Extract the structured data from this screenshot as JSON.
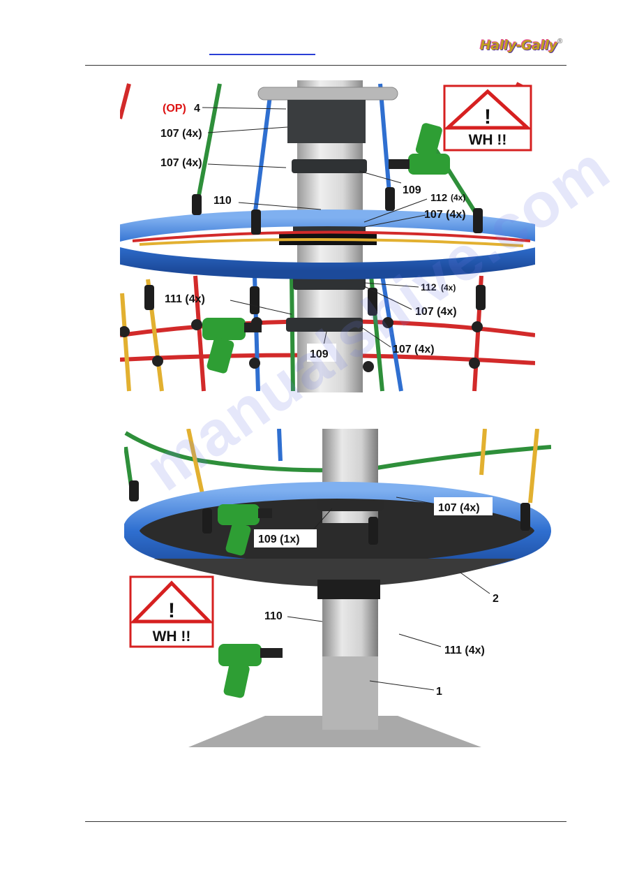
{
  "header": {
    "brand_logo_text": "Hally-Gally",
    "registered_mark": "®"
  },
  "figure1": {
    "labels": {
      "op": "(OP)",
      "part4": "4",
      "l107_a": "107 (4x)",
      "l107_b": "107 (4x)",
      "l109_a": "109",
      "l110": "110",
      "l112_a": "112",
      "l112_a_qty": "(4x)",
      "l107_c": "107 (4x)",
      "l112_b": "112",
      "l112_b_qty": "(4x)",
      "l111": "111 (4x)",
      "l107_d": "107 (4x)",
      "l109_b": "109",
      "l107_e": "107 (4x)"
    },
    "warning": {
      "symbol": "!",
      "text": "WH !!"
    }
  },
  "figure2": {
    "labels": {
      "l107": "107 (4x)",
      "l109": "109  (1x)",
      "l2": "2",
      "l110": "110",
      "l111": "111  (4x)",
      "l1": "1"
    },
    "warning": {
      "symbol": "!",
      "text": "WH !!"
    }
  },
  "watermark": "manualshive.com",
  "colors": {
    "ring_blue": "#2f6fd0",
    "pole_grey": "#cfcfcf",
    "collar_dark": "#3a3d3f",
    "warning_red": "#d62020",
    "drill_green": "#2e9e34",
    "rope_red": "#d22a2a",
    "rope_green": "#2e8f3a",
    "rope_yellow": "#e2b030"
  }
}
